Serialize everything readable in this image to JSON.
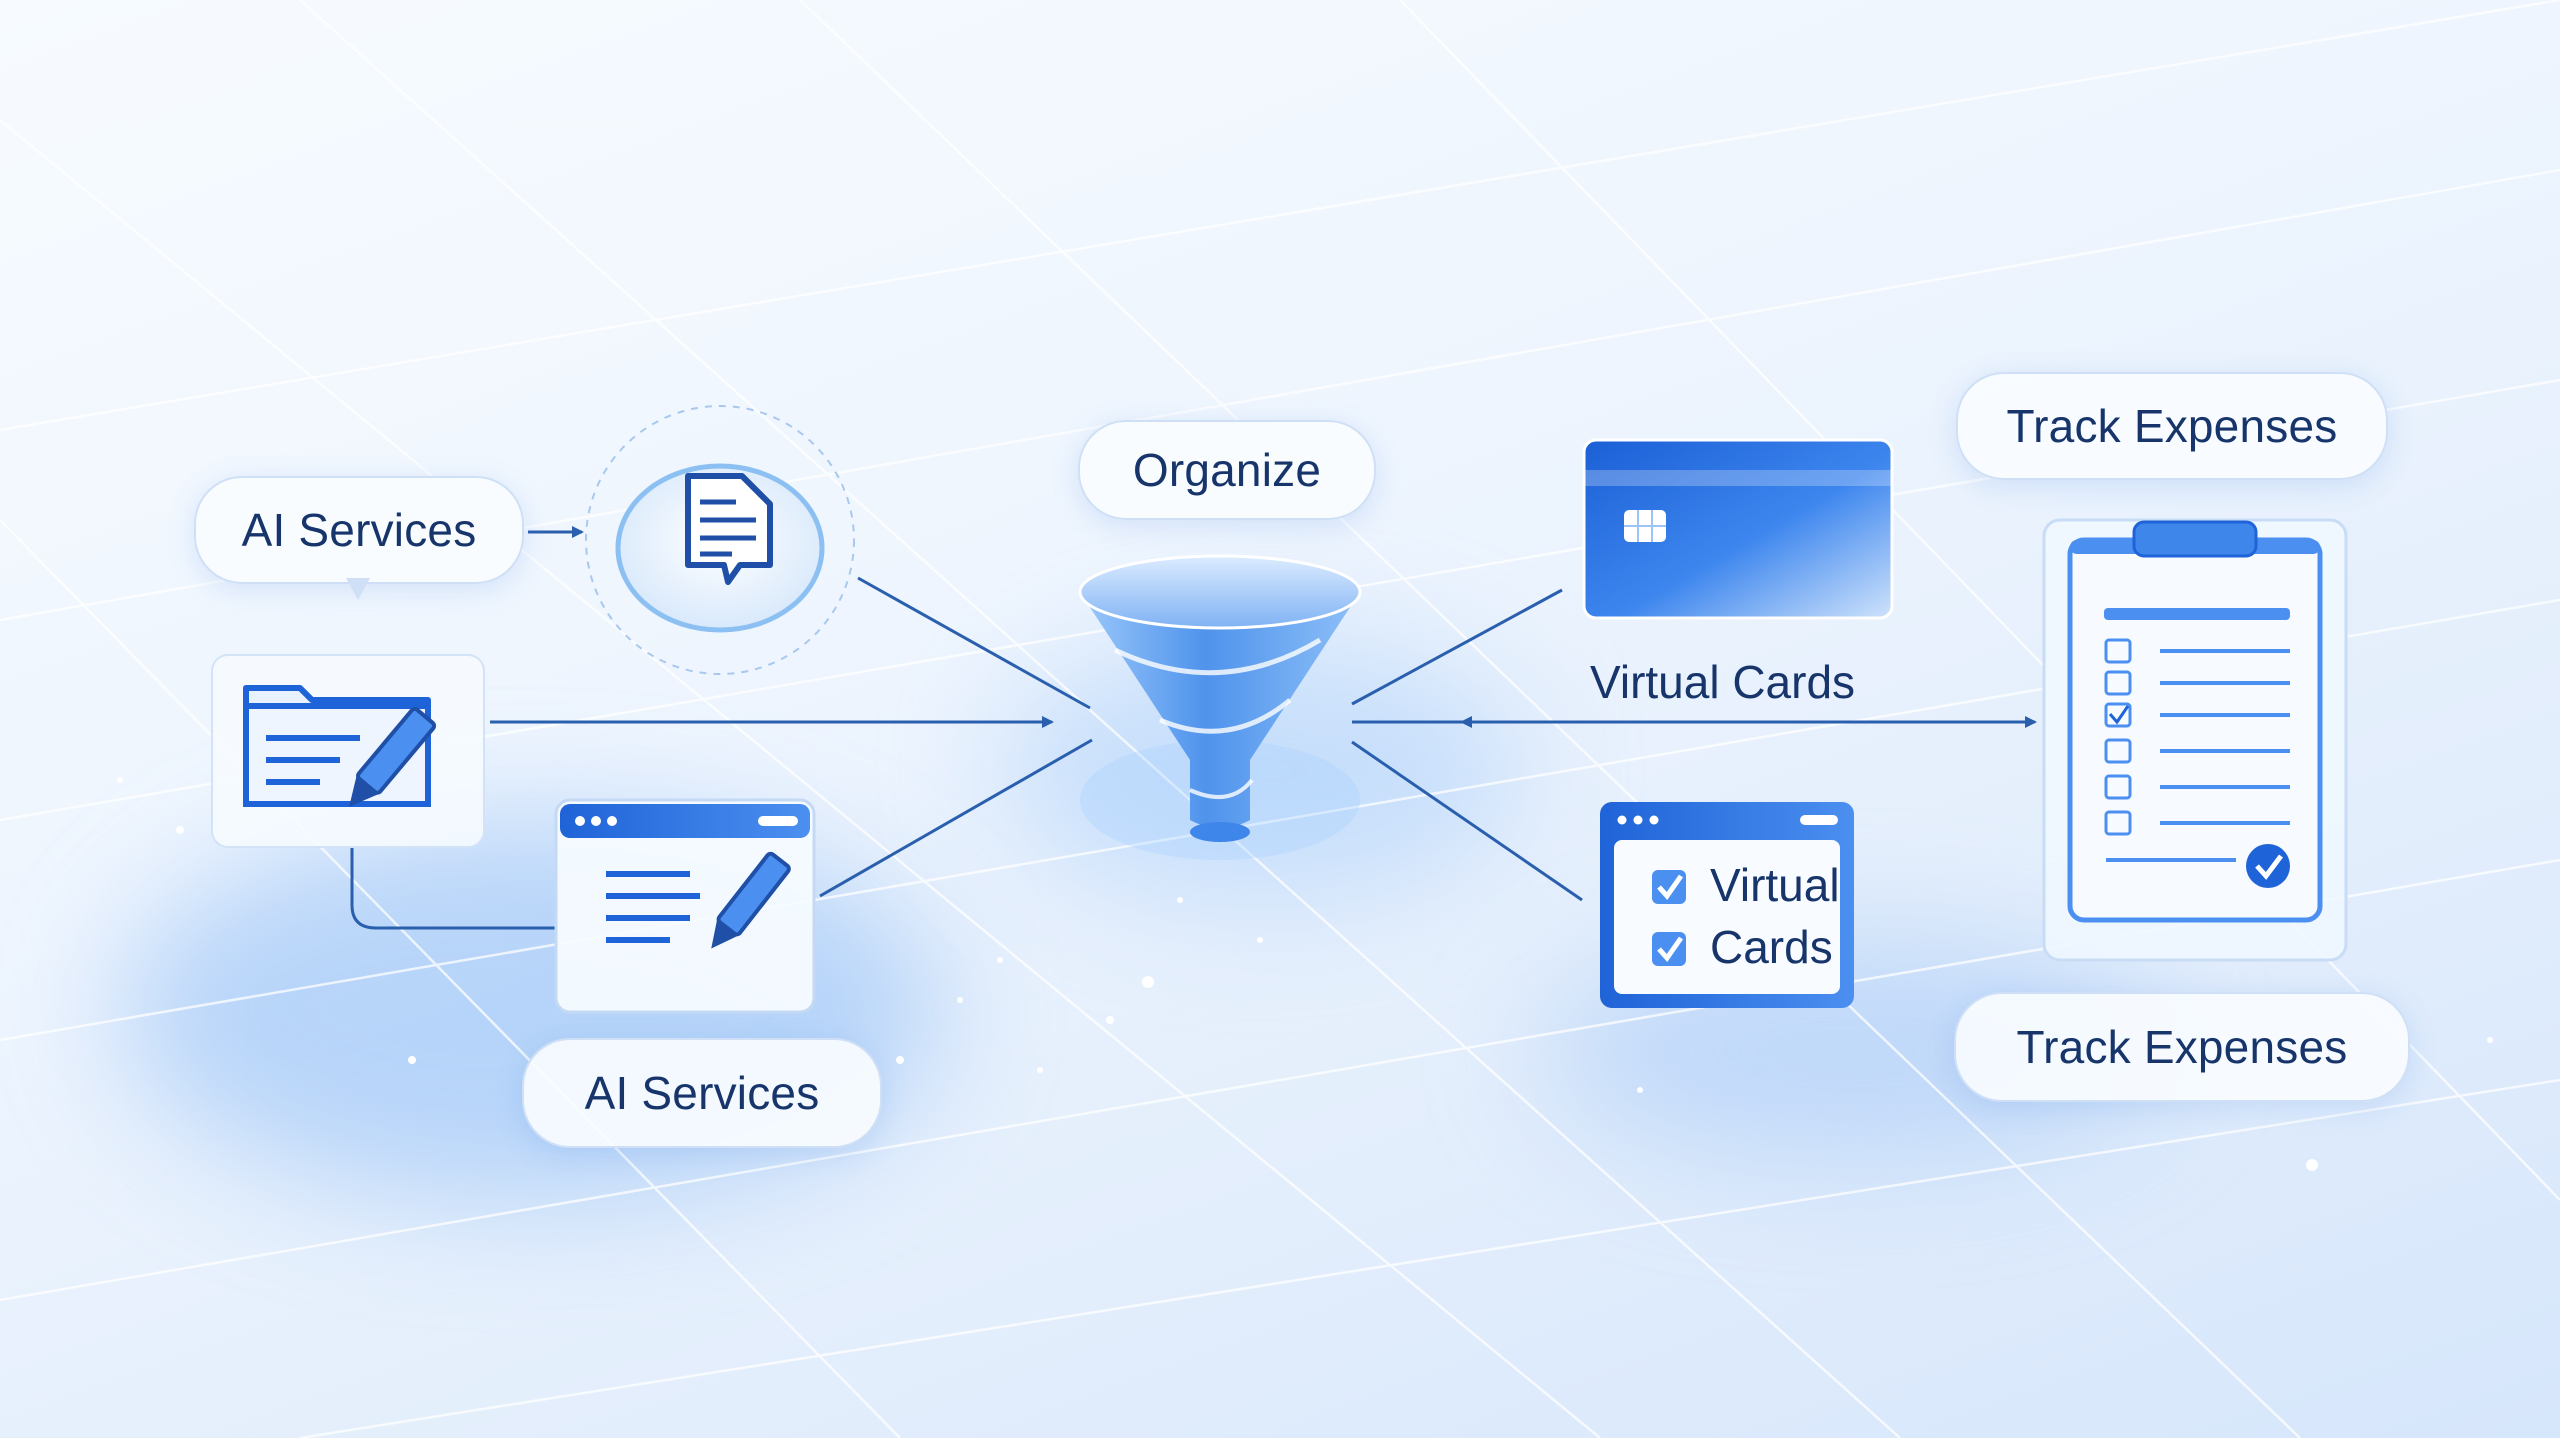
{
  "nodes": {
    "ai_services_top": "AI Services",
    "ai_services_bottom": "AI Services",
    "organize": "Organize",
    "virtual_cards_label": "Virtual Cards",
    "virtual_cards_checklist": [
      "Virtual",
      "Cards"
    ],
    "track_expenses_top": "Track Expenses",
    "track_expenses_bottom": "Track Expenses"
  },
  "icons": {
    "chat_document": "chat-document-icon",
    "folder_edit": "folder-edit-icon",
    "browser_edit": "browser-edit-icon",
    "funnel": "funnel-icon",
    "credit_card": "credit-card-icon",
    "checklist_window": "checklist-window-icon",
    "clipboard": "clipboard-checklist-icon"
  },
  "colors": {
    "primary_blue": "#1f63d8",
    "light_blue": "#5fa6f5",
    "text_navy": "#17356b",
    "line_blue": "#2a5fae"
  }
}
